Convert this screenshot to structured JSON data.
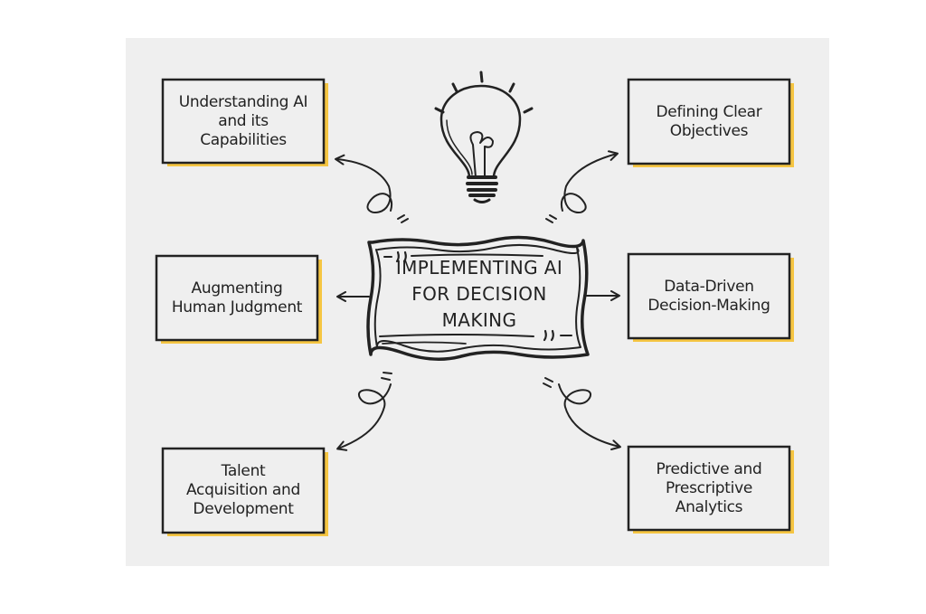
{
  "diagram": {
    "center": {
      "label": "IMPLEMENTING AI\nFOR DECISION\nMAKING"
    },
    "nodes": [
      {
        "id": "understanding-ai",
        "label": "Understanding AI\nand its\nCapabilities"
      },
      {
        "id": "defining-objectives",
        "label": "Defining Clear\nObjectives"
      },
      {
        "id": "augmenting-judgment",
        "label": "Augmenting\nHuman Judgment"
      },
      {
        "id": "data-driven",
        "label": "Data-Driven\nDecision-Making"
      },
      {
        "id": "talent-acquisition",
        "label": "Talent\nAcquisition and\nDevelopment"
      },
      {
        "id": "predictive-analytics",
        "label": "Predictive and\nPrescriptive\nAnalytics"
      }
    ],
    "colors": {
      "background": "#efefef",
      "stroke": "#222222",
      "accent_shadow": "#f5c542"
    },
    "icons": [
      "lightbulb-icon"
    ]
  }
}
